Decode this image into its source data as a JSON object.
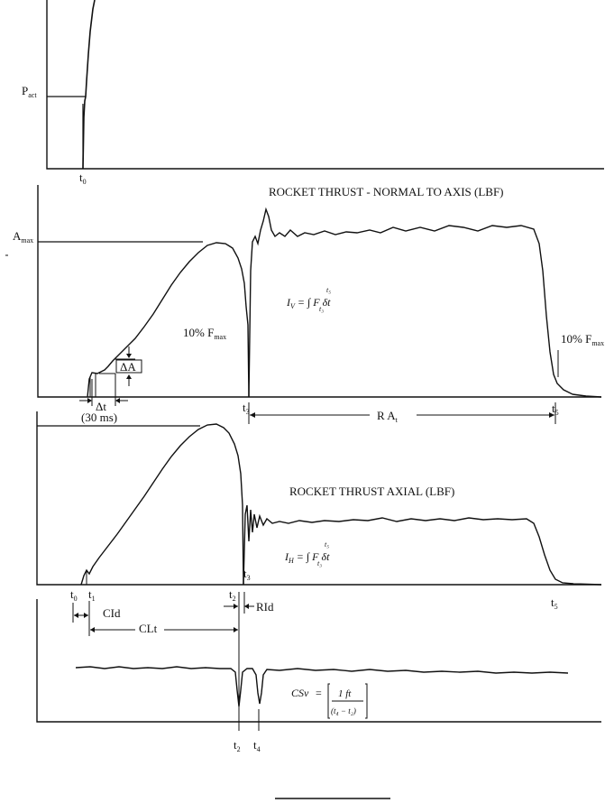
{
  "panel_pressure": {
    "label_p": "P",
    "label_p_sub": "act",
    "t0": "t",
    "t0_sub": "0"
  },
  "panel_normal": {
    "title": "ROCKET THRUST - NORMAL TO AXIS (LBF)",
    "amax": "A",
    "amax_sub": "max",
    "integral_label": "I",
    "integral_sub": "V",
    "integral_eq": "= ∫ F δt",
    "integral_upper": "t₅",
    "integral_lower": "t₃",
    "ten_pct_left": "10% F",
    "ten_pct_left_sub": "max",
    "ten_pct_right": "10% F",
    "ten_pct_right_sub": "max",
    "delta_a": "ΔA",
    "delta_t": "Δt",
    "delta_t_note": "(30 ms)",
    "t3": "t",
    "t3_sub": "3",
    "t5": "t",
    "t5_sub": "5",
    "ra_label": "R A",
    "ra_sub": "t"
  },
  "panel_axial": {
    "title": "ROCKET THRUST AXIAL (LBF)",
    "integral_label": "I",
    "integral_sub": "H",
    "integral_eq": "= ∫ F δt",
    "integral_upper": "t₅",
    "integral_lower": "t₃",
    "t0": "t",
    "t0_sub": "0",
    "t1": "t",
    "t1_sub": "1",
    "t2": "t",
    "t2_sub": "2",
    "t3": "t",
    "t3_sub": "3",
    "t5": "t",
    "t5_sub": "5",
    "cid": "CId",
    "clt": "CLt",
    "rid": "RId"
  },
  "panel_csv": {
    "label": "CSv",
    "eq": "=",
    "numerator": "1 ft",
    "denominator": "(t₄ − t₂)",
    "t2": "t",
    "t2_sub": "2",
    "t4": "t",
    "t4_sub": "4"
  }
}
